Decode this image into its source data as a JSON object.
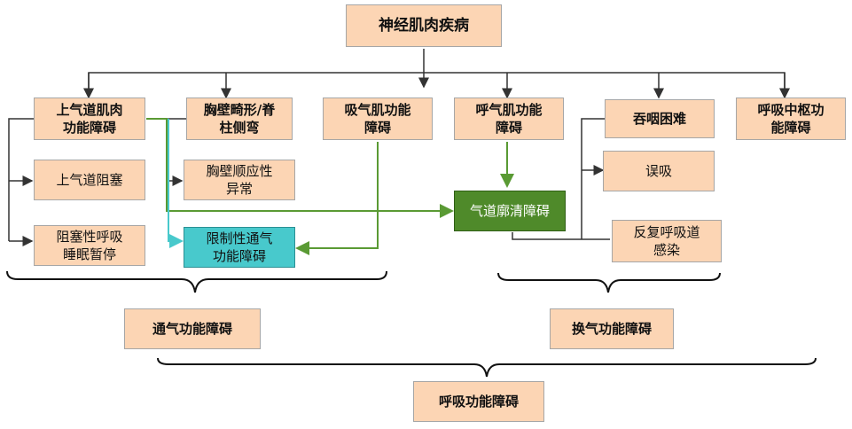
{
  "nodes": {
    "root": "神经肌肉疾病",
    "upper_airway_muscle": "上气道肌肉\n功能障碍",
    "chest_deformity": "胸壁畸形/脊\n柱侧弯",
    "inspiratory_muscle": "吸气肌功能\n障碍",
    "expiratory_muscle": "呼气肌功能\n障碍",
    "swallowing": "吞咽困难",
    "central_respiratory": "呼吸中枢功\n能障碍",
    "upper_airway_obstruction": "上气道阻塞",
    "chest_compliance": "胸壁顺应性\n异常",
    "airway_clearance": "气道廓清障碍",
    "aspiration": "误吸",
    "osa": "阻塞性呼吸\n睡眠暂停",
    "restrictive_ventilation": "限制性通气\n功能障碍",
    "recurrent_infection": "反复呼吸道\n感染",
    "ventilation_dysfunction": "通气功能障碍",
    "gas_exchange_dysfunction": "换气功能障碍",
    "respiratory_dysfunction": "呼吸功能障碍"
  },
  "colors": {
    "box_fill": "#fcd5b4",
    "green_fill": "#4f8a2a",
    "teal_fill": "#48c9cc",
    "green_line": "#5a9a34",
    "teal_line": "#48c9cc",
    "dark_line": "#333333"
  }
}
